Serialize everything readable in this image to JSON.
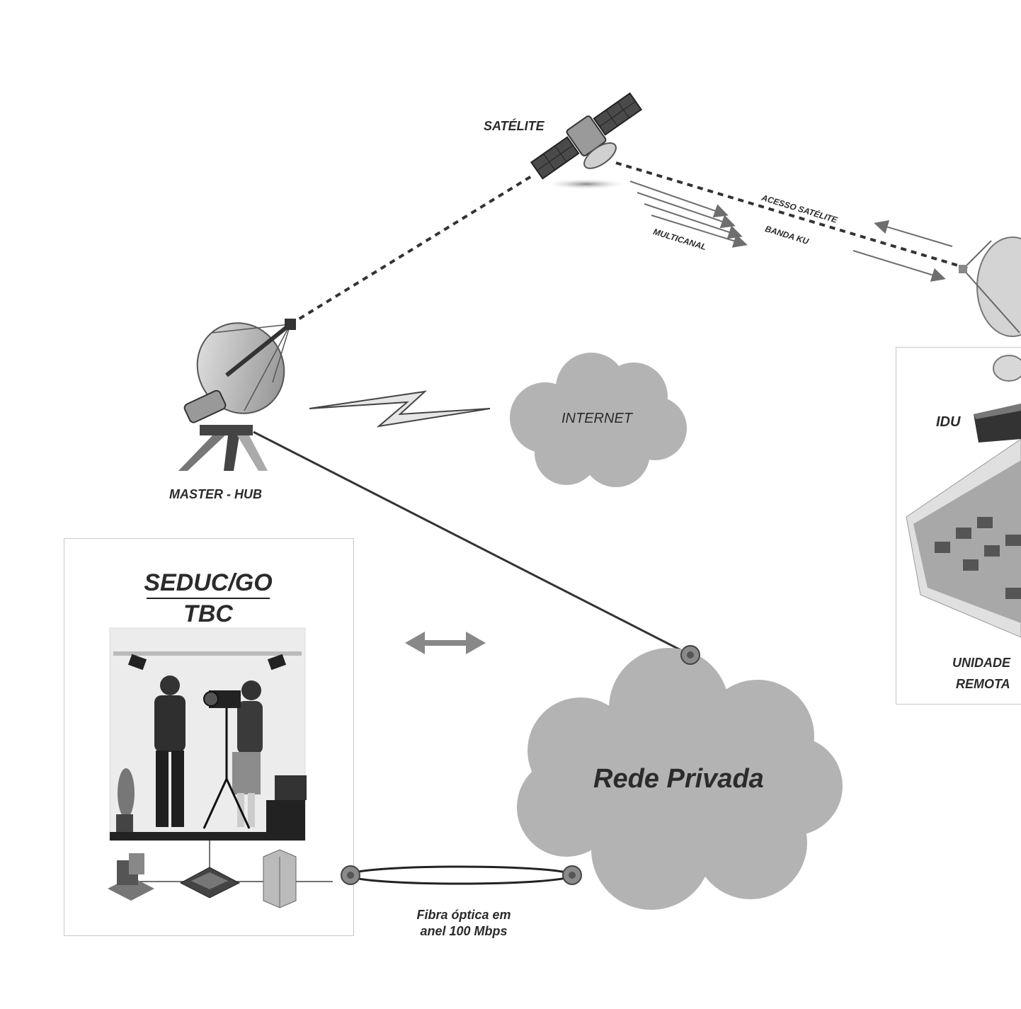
{
  "diagram": {
    "satellite_label": "SATÉLITE",
    "access_label": "ACESSO SATÉLITE",
    "band_label": "BANDA KU",
    "multicanal_label": "MULTICANAL",
    "master_hub_label": "MASTER - HUB",
    "internet_label": "INTERNET",
    "seduc_label": "SEDUC/GO",
    "tbc_label": "TBC",
    "rede_privada_label": "Rede Privada",
    "fibra_line1": "Fibra óptica em",
    "fibra_line2": "anel 100 Mbps",
    "idu_label": "IDU",
    "unidade_line1": "UNIDADE",
    "unidade_line2": "REMOTA"
  },
  "colors": {
    "cloud": "#b3b3b3",
    "cloud_dark": "#9c9c9c",
    "line": "#333333",
    "arrow": "#6e6e6e"
  }
}
